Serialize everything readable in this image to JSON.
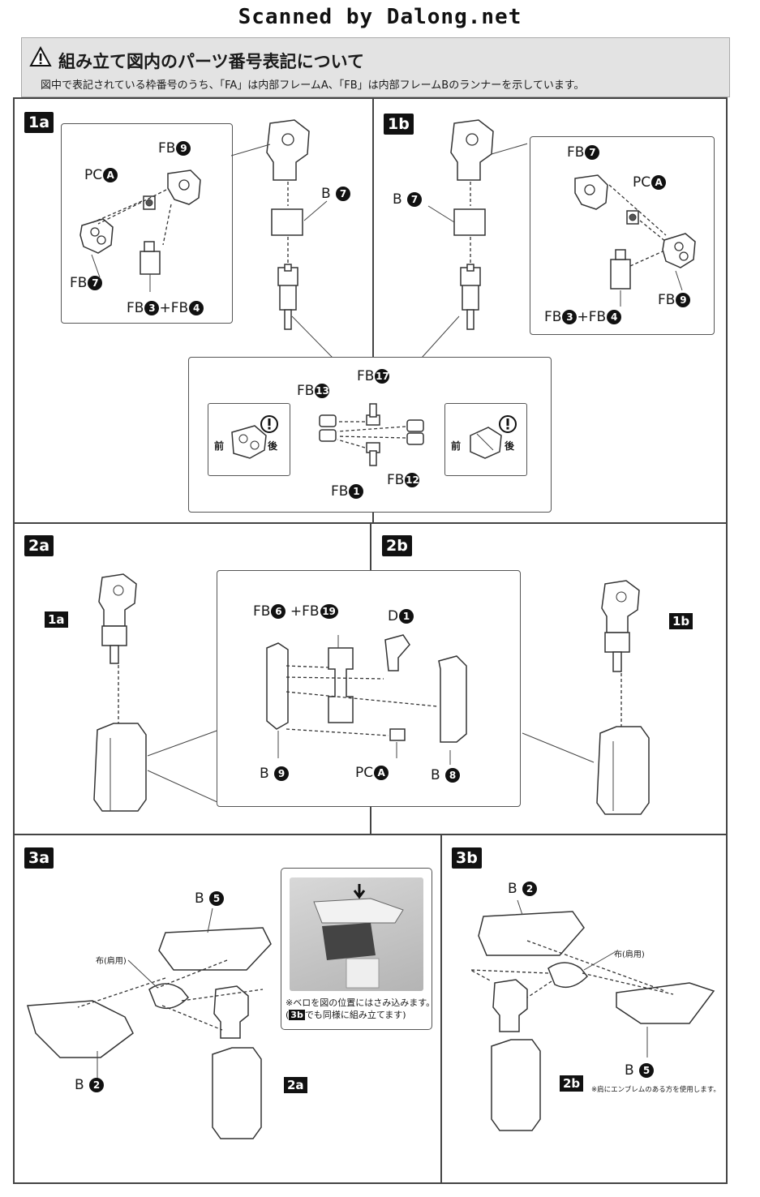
{
  "watermark": "Scanned by Dalong.net",
  "notice": {
    "title": "組み立て図内のパーツ番号表記について",
    "body": "図中で表記されている枠番号のうち、「FA」は内部フレームA、「FB」は内部フレームBのランナーを示しています。",
    "icon": "warning-triangle-icon"
  },
  "steps": {
    "s1a": {
      "badge": "1a",
      "labels": [
        {
          "prefix": "FB",
          "num": "9"
        },
        {
          "prefix": "PC",
          "num": "A"
        },
        {
          "prefix": "FB",
          "num": "7"
        },
        {
          "prefix": "FB",
          "num": "3",
          "suffix": "+FB",
          "num2": "4"
        },
        {
          "prefix": "B ",
          "num": "7"
        }
      ]
    },
    "s1b": {
      "badge": "1b",
      "labels": [
        {
          "prefix": "FB",
          "num": "7"
        },
        {
          "prefix": "PC",
          "num": "A"
        },
        {
          "prefix": "FB",
          "num": "9"
        },
        {
          "prefix": "FB",
          "num": "3",
          "suffix": "+FB",
          "num2": "4"
        },
        {
          "prefix": "B ",
          "num": "7"
        }
      ]
    },
    "joint": {
      "labels": [
        {
          "prefix": "FB",
          "num": "13"
        },
        {
          "prefix": "FB",
          "num": "17"
        },
        {
          "prefix": "FB",
          "num": "12"
        },
        {
          "prefix": "FB",
          "num": "1"
        }
      ],
      "front": "前",
      "back": "後"
    },
    "s2a": {
      "badge": "2a",
      "ref": "1a"
    },
    "s2b": {
      "badge": "2b",
      "ref": "1b",
      "labels": [
        {
          "prefix": "FB",
          "num": "6",
          "suffix": " +FB",
          "num2": "19"
        },
        {
          "prefix": "D",
          "num": "1"
        },
        {
          "prefix": "B ",
          "num": "9"
        },
        {
          "prefix": "PC",
          "num": "A"
        },
        {
          "prefix": "B ",
          "num": "8"
        }
      ]
    },
    "s3a": {
      "badge": "3a",
      "ref": "2a",
      "labels": [
        {
          "prefix": "B ",
          "num": "5"
        },
        {
          "prefix": "B ",
          "num": "2"
        }
      ],
      "cloth": "布(肩用)",
      "note_line1": "※ベロを図の位置にはさみ込みます。",
      "note_ref": "3b",
      "note_line2": "でも同様に組み立てます)"
    },
    "s3b": {
      "badge": "3b",
      "ref": "2b",
      "labels": [
        {
          "prefix": "B ",
          "num": "2"
        },
        {
          "prefix": "B ",
          "num": "5"
        }
      ],
      "cloth": "布(肩用)",
      "note": "※肩にエンブレムのある方を使用します。"
    }
  }
}
